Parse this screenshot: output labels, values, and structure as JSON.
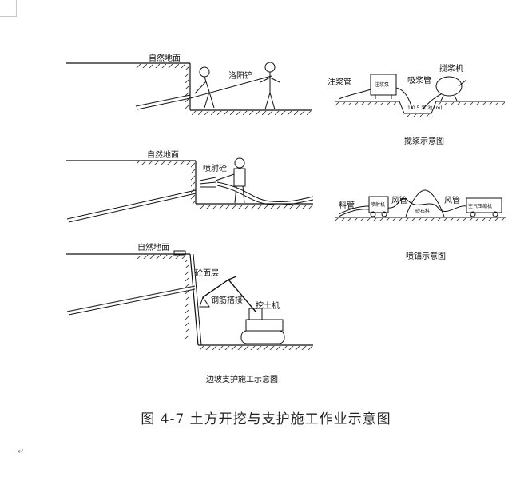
{
  "panels": {
    "slope_top": {
      "ground_label": "自然地面",
      "worker_label": "洛阳铲"
    },
    "slope_mid": {
      "ground_label": "自然地面",
      "gun_label": "喷射砼"
    },
    "slope_bottom": {
      "ground_label": "自然地面",
      "layer_label": "砼面层",
      "rebar_label": "钢筋搭接",
      "excavator_label": "挖土机"
    },
    "slope_caption": "边坡支护施工示意图",
    "grout": {
      "inject_label": "注浆管",
      "suction_label": "吸浆管",
      "mixer_label": "搅浆机",
      "pump_label": "注浆泵",
      "pool_label": "1:0.5 浆 池 (m)",
      "tank_label": "浆池",
      "caption": "搅浆示意图"
    },
    "shotcrete": {
      "material_pipe_label": "料管",
      "air_pipe_label_1": "风管",
      "air_pipe_label_2": "风管",
      "sprayer_label": "喷射机",
      "hopper_label": "砂石料",
      "compressor_label": "空气压缩机",
      "caption": "喷锚示意图"
    }
  },
  "figure_caption": "图 4-7 土方开挖与支护施工作业示意图",
  "return_mark": "↵"
}
